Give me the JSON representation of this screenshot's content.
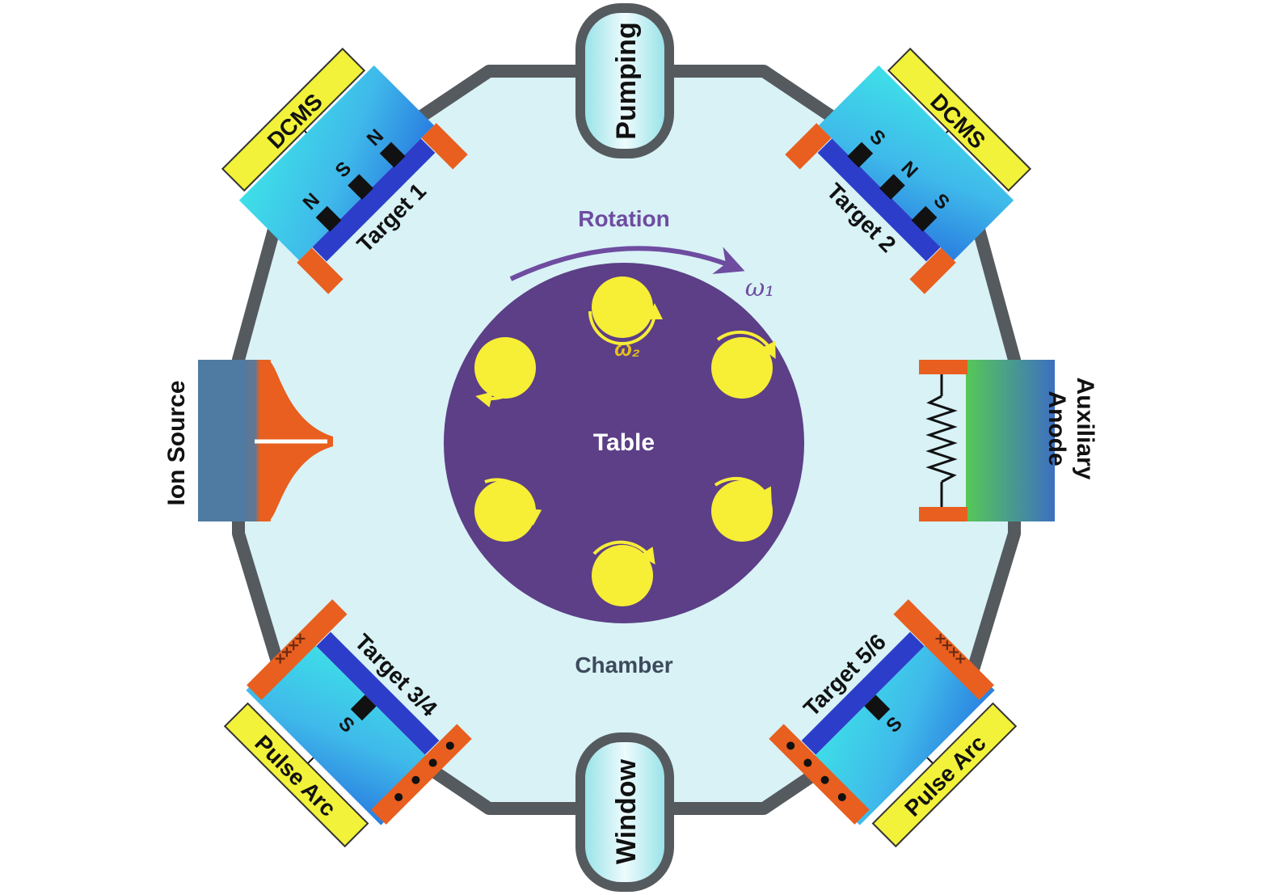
{
  "labels": {
    "pumping": "Pumping",
    "window": "Window",
    "chamber": "Chamber",
    "table": "Table",
    "rotation": "Rotation",
    "omega1": "ω₁",
    "omega2": "ω₂",
    "ion_source": "Ion Source",
    "auxiliary_anode_line1": "Auxiliary",
    "auxiliary_anode_line2": "Anode"
  },
  "targets": [
    {
      "id": "target-1",
      "name": "Target 1",
      "supply": "DCMS",
      "magnets": [
        "N",
        "S",
        "N"
      ]
    },
    {
      "id": "target-2",
      "name": "Target 2",
      "supply": "DCMS",
      "magnets": [
        "S",
        "N",
        "S"
      ]
    },
    {
      "id": "target-3-4",
      "name": "Target 3/4",
      "supply": "Pulse Arc",
      "magnets": [
        "S"
      ],
      "coil_marks": "××××"
    },
    {
      "id": "target-5-6",
      "name": "Target 5/6",
      "supply": "Pulse Arc",
      "magnets": [
        "S"
      ],
      "coil_marks": "××××"
    }
  ],
  "colors": {
    "chamber_fill": "#d8f2f6",
    "chamber_wall": "#555a5e",
    "table_fill": "#5c3f86",
    "substrate_fill": "#f7ee36",
    "rotation_arrow": "#6e4ca0",
    "supply_box": "#f2f23a",
    "target_plate": "#2c3ec9",
    "clamp": "#e85f1f",
    "magnet": "#111111",
    "ion_source_body": "#4f7aa1",
    "ion_beam": "#e85f1f",
    "anode_gradient_start": "#56c857",
    "anode_gradient_end": "#3d6fc1",
    "omega2_text": "#e8c21a"
  }
}
